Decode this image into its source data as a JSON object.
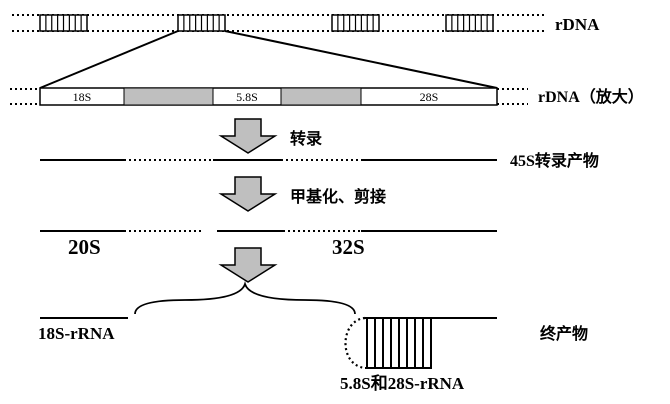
{
  "labels": {
    "rdna": "rDNA",
    "rdna_enlarged": "rDNA（放大）",
    "seg_18s": "18S",
    "seg_58s": "5.8S",
    "seg_28s": "28S",
    "step_transcription": "转录",
    "step_methylation": "甲基化、剪接",
    "product_45s": "45S转录产物",
    "frag_20s": "20S",
    "frag_32s": "32S",
    "rrna_18s": "18S-rRNA",
    "rrna_58s_28s": "5.8S和28S-rRNA",
    "final_products": "终产物"
  },
  "colors": {
    "line": "#000000",
    "spacer_fill": "#bfbfbf",
    "arrow_fill": "#bfbfbf",
    "background": "#ffffff"
  }
}
